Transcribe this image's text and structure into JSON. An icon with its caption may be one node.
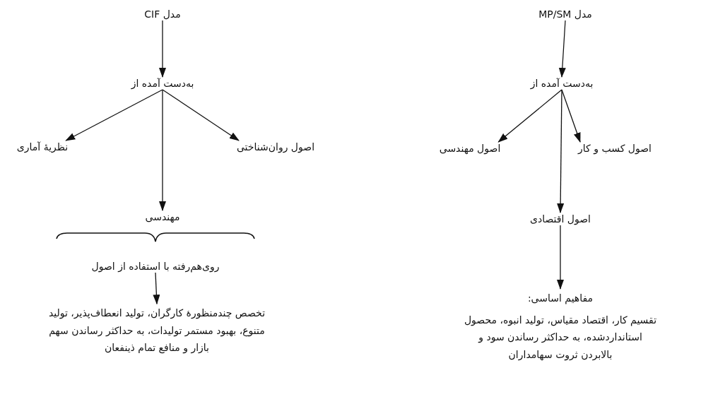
{
  "diagram": {
    "nodes": [
      {
        "text": [
          "مدل CIF"
        ]
      },
      {
        "text": [
          "به‌دست آمده از"
        ]
      },
      {
        "text": [
          "نظریهٔ آماری"
        ]
      },
      {
        "text": [
          "اصول روان‌شناختی"
        ]
      },
      {
        "text": [
          "مهندسی"
        ]
      },
      {
        "text": [
          "روی‌هم‌رفته با استفاده از اصول"
        ]
      },
      {
        "text": [
          "تخصص چندمنظورهٔ کارگران، تولید انعطاف‌پذیر، تولید متنوع، بهبود مستمر تولیدات، به حداکثر رساندن سهم بازار و منافع تمام ذینفعان"
        ]
      },
      {
        "text": [
          "مدل MP/SM"
        ]
      },
      {
        "text": [
          "به‌دست آمده از"
        ]
      },
      {
        "text": [
          "اصول مهندسی"
        ]
      },
      {
        "text": [
          "اصول کسب و کار"
        ]
      },
      {
        "text": [
          "اصول اقتصادی"
        ]
      },
      {
        "text": [
          "مفاهیم اساسی:",
          "تقسیم کار، اقتصاد مقیاس، تولید انبوه، محصول استانداردشده، به حداکثر رساندن سود و بالابردن ثروت سهامداران"
        ]
      }
    ],
    "edges": [
      {
        "from": 0,
        "to": 1,
        "arrow": "to"
      },
      {
        "from": 1,
        "to": 2,
        "arrow": "to"
      },
      {
        "from": 1,
        "to": 3,
        "arrow": "to"
      },
      {
        "from": 1,
        "to": 4,
        "arrow": "to"
      },
      {
        "from": 5,
        "to": 6,
        "arrow": "to"
      },
      {
        "from": 7,
        "to": 8,
        "arrow": "to"
      },
      {
        "from": 8,
        "to": 9,
        "arrow": "to"
      },
      {
        "from": 8,
        "to": 10,
        "arrow": "to"
      },
      {
        "from": 8,
        "to": 11,
        "arrow": "to"
      },
      {
        "from": 11,
        "to": 12,
        "arrow": "to"
      }
    ]
  }
}
